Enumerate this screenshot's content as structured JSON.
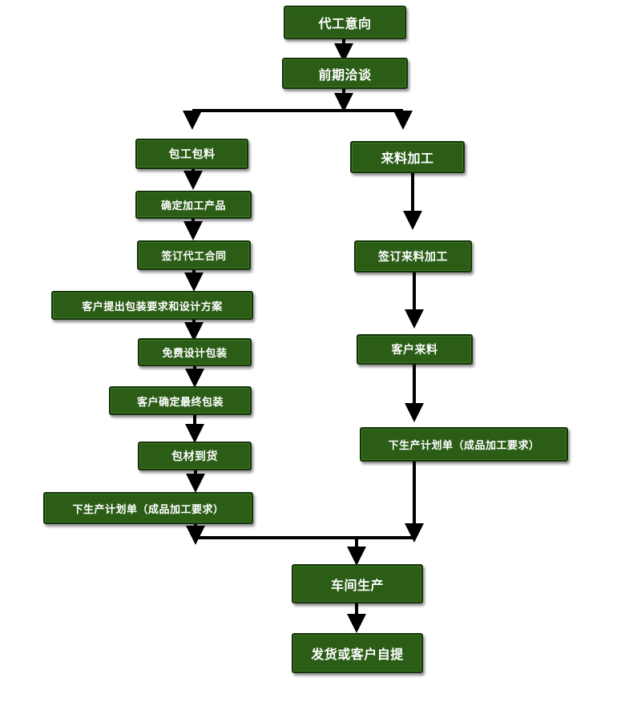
{
  "start": {
    "intent": "代工意向",
    "negotiation": "前期洽谈"
  },
  "left_branch": [
    "包工包料",
    "确定加工产品",
    "签订代工合同",
    "客户提出包装要求和设计方案",
    "免费设计包装",
    "客户确定最终包装",
    "包材到货",
    "下生产计划单（成品加工要求）"
  ],
  "right_branch": [
    "来料加工",
    "签订来料加工",
    "客户来料",
    "下生产计划单（成品加工要求）"
  ],
  "end": {
    "production": "车间生产",
    "shipping": "发货或客户自提"
  },
  "colors": {
    "node_fill": "#2b5d17",
    "node_border": "#15330a",
    "text": "#ffffff",
    "connector": "#000000"
  }
}
